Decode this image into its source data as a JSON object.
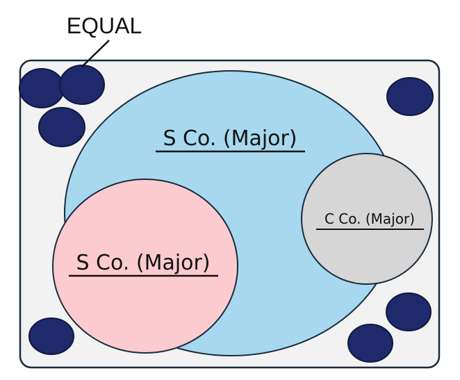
{
  "callout": {
    "label": "EQUAL"
  },
  "entities": {
    "large": {
      "label": "S Co. (Major)",
      "color": "#a7d8ef"
    },
    "left": {
      "label": "S Co. (Major)",
      "color": "#fccbd0"
    },
    "right": {
      "label": "C Co. (Major)",
      "color": "#d6d6d6"
    }
  },
  "colors": {
    "frame_fill": "#f2f2f2",
    "frame_stroke": "#1a2a3a",
    "small_dot": "#1e2a6b"
  }
}
